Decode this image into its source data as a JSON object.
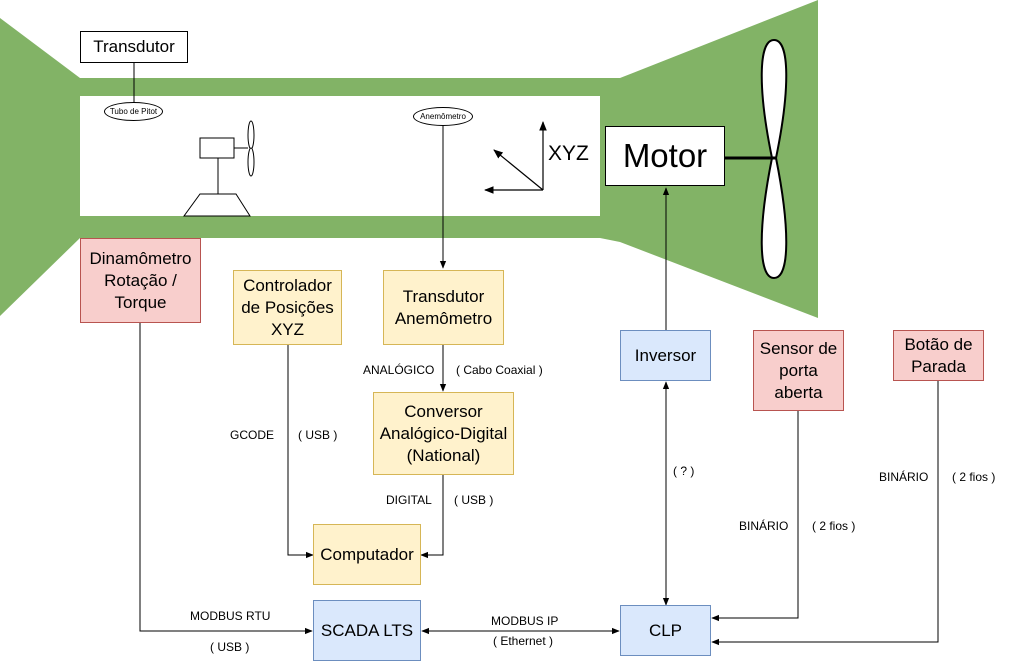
{
  "tunnel": {
    "color": "#82b366"
  },
  "sensors": {
    "transdutor_label": "Transdutor",
    "pitot_label": "Tubo de Pitot",
    "anemometro_label": "Anemômetro",
    "axes_label": "XYZ"
  },
  "boxes": {
    "motor": "Motor",
    "dinamometro": "Dinamômetro\nRotação /\nTorque",
    "controlador": "Controlador\nde Posições\nXYZ",
    "transdutor_anemometro": "Transdutor\nAnemômetro",
    "conversor": "Conversor\nAnalógico-Digital\n(National)",
    "computador": "Computador",
    "scada": "SCADA LTS",
    "clp": "CLP",
    "inversor": "Inversor",
    "sensor_porta": "Sensor de\nporta\naberta",
    "botao_parada": "Botão de\nParada"
  },
  "edge_labels": {
    "analogico": "ANALÓGICO",
    "cabo_coaxial": "( Cabo Coaxial )",
    "gcode": "GCODE",
    "usb_controlador": "( USB )",
    "digital": "DIGITAL",
    "usb_conversor": "( USB )",
    "inversor_link": "( ? )",
    "binario_porta": "BINÁRIO",
    "fios_porta": "( 2 fios )",
    "binario_parada": "BINÁRIO",
    "fios_parada": "( 2 fios )",
    "modbus_rtu": "MODBUS RTU",
    "usb_dinamometro": "( USB )",
    "modbus_ip": "MODBUS IP",
    "ethernet": "( Ethernet )"
  },
  "colors": {
    "white_box": "#ffffff",
    "yellow_box": "#fff2cc",
    "red_box": "#f8cecc",
    "blue_box": "#dae8fc",
    "line": "#000000"
  }
}
